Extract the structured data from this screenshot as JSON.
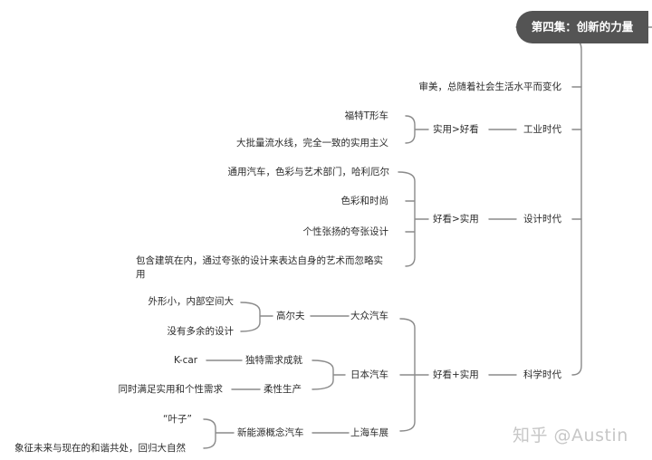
{
  "root": "第四集：创新的力量",
  "intro_note": "审美，总随着社会生活水平而变化",
  "eras": [
    {
      "name": "工业时代",
      "principle": "实用>好看",
      "details": [
        "福特T形车",
        "大批量流水线，完全一致的实用主义"
      ]
    },
    {
      "name": "设计时代",
      "principle": "好看>实用",
      "details": [
        "通用汽车，色彩与艺术部门，哈利厄尔",
        "色彩和时尚",
        "个性张扬的夸张设计",
        "包含建筑在内，通过夸张的设计来表达自身的艺术而忽略实用"
      ]
    },
    {
      "name": "科学时代",
      "principle": "好看+实用",
      "cases": [
        {
          "name": "大众汽车",
          "model": "高尔夫",
          "details": [
            "外形小，内部空间大",
            "没有多余的设计"
          ]
        },
        {
          "name": "日本汽车",
          "branches": [
            {
              "label": "独特需求成就",
              "detail": "K-car"
            },
            {
              "label": "柔性生产",
              "detail": "同时满足实用和个性需求"
            }
          ]
        },
        {
          "name": "上海车展",
          "model": "新能源概念汽车",
          "details": [
            "“叶子”",
            "象征未来与现在的和谐共处，回归大自然"
          ]
        }
      ]
    }
  ],
  "watermark": "知乎 @Austin",
  "colors": {
    "root_fill": "#545454",
    "root_text": "#ffffff",
    "line": "#8a8a8a",
    "text": "#2b2b2b",
    "watermark": "#c7c7c7"
  }
}
